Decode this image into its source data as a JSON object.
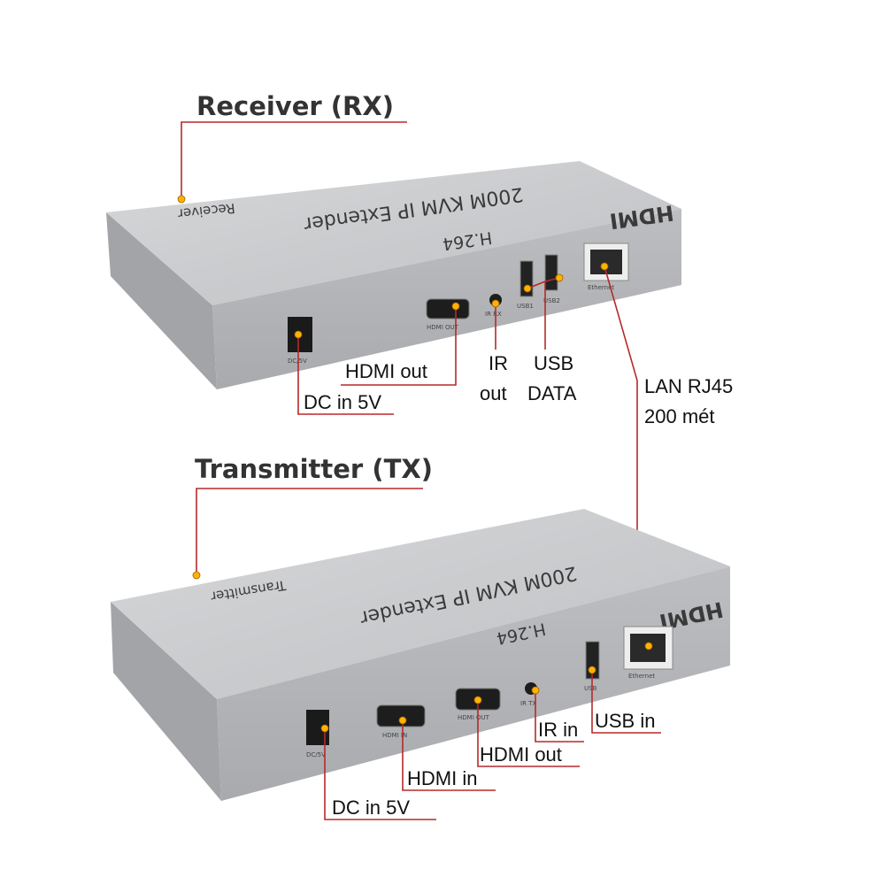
{
  "receiver": {
    "title": "Receiver (RX)",
    "case_label": "Receiver",
    "product_name": "200M KVM IP Extender",
    "codec": "H.264",
    "brand": "HDMI",
    "port_prints": [
      "DC/5V",
      "HDMI OUT",
      "IR RX",
      "USB1",
      "USB2",
      "Ethernet"
    ],
    "callouts": {
      "dc": "DC in 5V",
      "hdmi_out": "HDMI out",
      "ir_line1": "IR",
      "ir_line2": "out",
      "usb_line1": "USB",
      "usb_line2": "DATA"
    }
  },
  "lan": {
    "line1": "LAN RJ45",
    "line2": "200 mét"
  },
  "transmitter": {
    "title": "Transmitter (TX)",
    "case_label": "Transmitter",
    "product_name": "200M KVM IP Extender",
    "codec": "H.264",
    "brand": "HDMI",
    "port_prints": [
      "DC/5V",
      "HDMI IN",
      "HDMI OUT",
      "IR TX",
      "USB",
      "Ethernet"
    ],
    "callouts": {
      "dc": "DC in 5V",
      "hdmi_in": "HDMI in",
      "hdmi_out": "HDMI out",
      "ir_in": "IR in",
      "usb_in": "USB in"
    }
  },
  "colors": {
    "leader": "#b52a2a",
    "dot": "#ffb300",
    "case_top": "#c9cacc",
    "case_front": "#b4b5b8"
  }
}
